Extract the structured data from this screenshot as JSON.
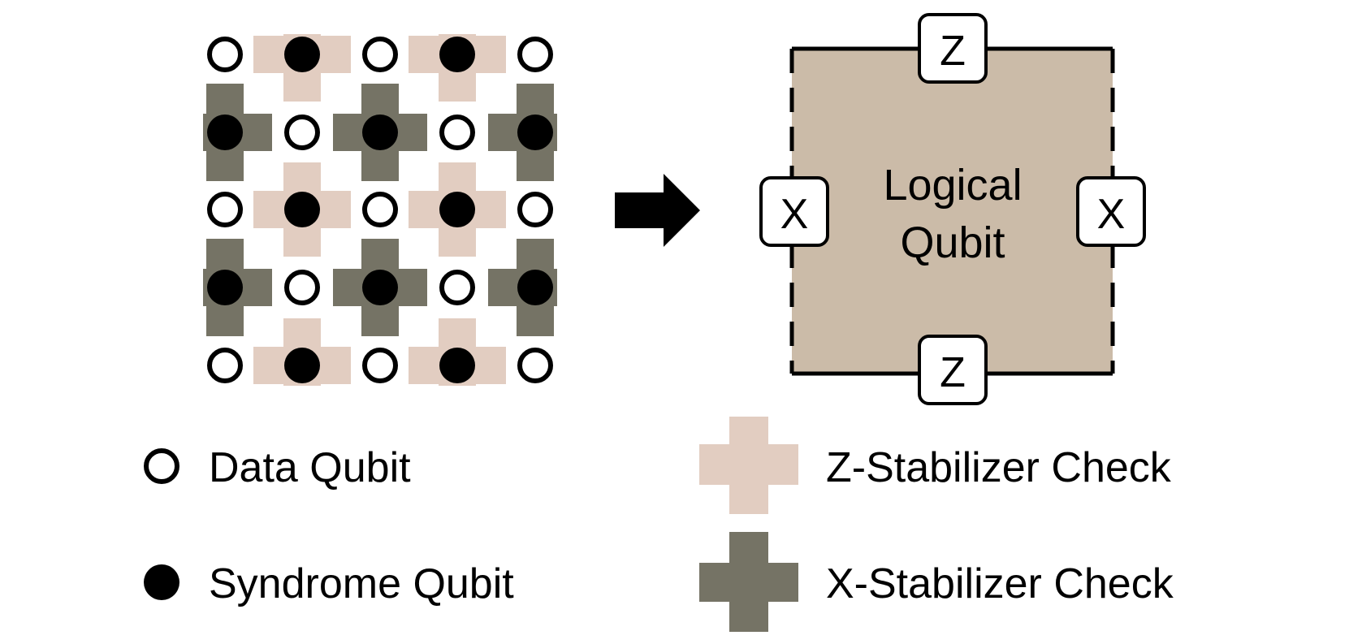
{
  "colors": {
    "z_stabilizer": "#e2cdc1",
    "x_stabilizer": "#757365",
    "logical_fill": "#cbbba8",
    "ink": "#000000",
    "background": "#ffffff"
  },
  "lattice": {
    "rows": [
      [
        "data",
        "syndrome-z",
        "data",
        "syndrome-z",
        "data"
      ],
      [
        "syndrome-x",
        "data",
        "syndrome-x",
        "data",
        "syndrome-x"
      ],
      [
        "data",
        "syndrome-z",
        "data",
        "syndrome-z",
        "data"
      ],
      [
        "syndrome-x",
        "data",
        "syndrome-x",
        "data",
        "syndrome-x"
      ],
      [
        "data",
        "syndrome-z",
        "data",
        "syndrome-z",
        "data"
      ]
    ]
  },
  "arrow_icon": "right-arrow-icon",
  "logical": {
    "title_line1": "Logical",
    "title_line2": "Qubit",
    "top_label": "Z",
    "bottom_label": "Z",
    "left_label": "X",
    "right_label": "X"
  },
  "legend": {
    "data_qubit": "Data Qubit",
    "syndrome_qubit": "Syndrome Qubit",
    "z_check": "Z-Stabilizer Check",
    "x_check": "X-Stabilizer Check"
  }
}
